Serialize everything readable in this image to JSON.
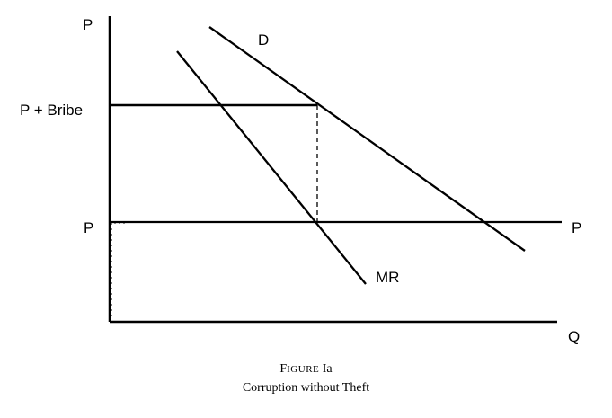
{
  "axes": {
    "y_label": "P",
    "x_label": "Q"
  },
  "labels": {
    "price_bribe": "P + Bribe",
    "price_left": "P",
    "price_right": "P",
    "demand": "D",
    "marginal_revenue": "MR"
  },
  "caption": {
    "figure_lead": "F",
    "figure_rest": "IGURE",
    "figure_num": "Ia",
    "subtitle": "Corruption without Theft"
  }
}
